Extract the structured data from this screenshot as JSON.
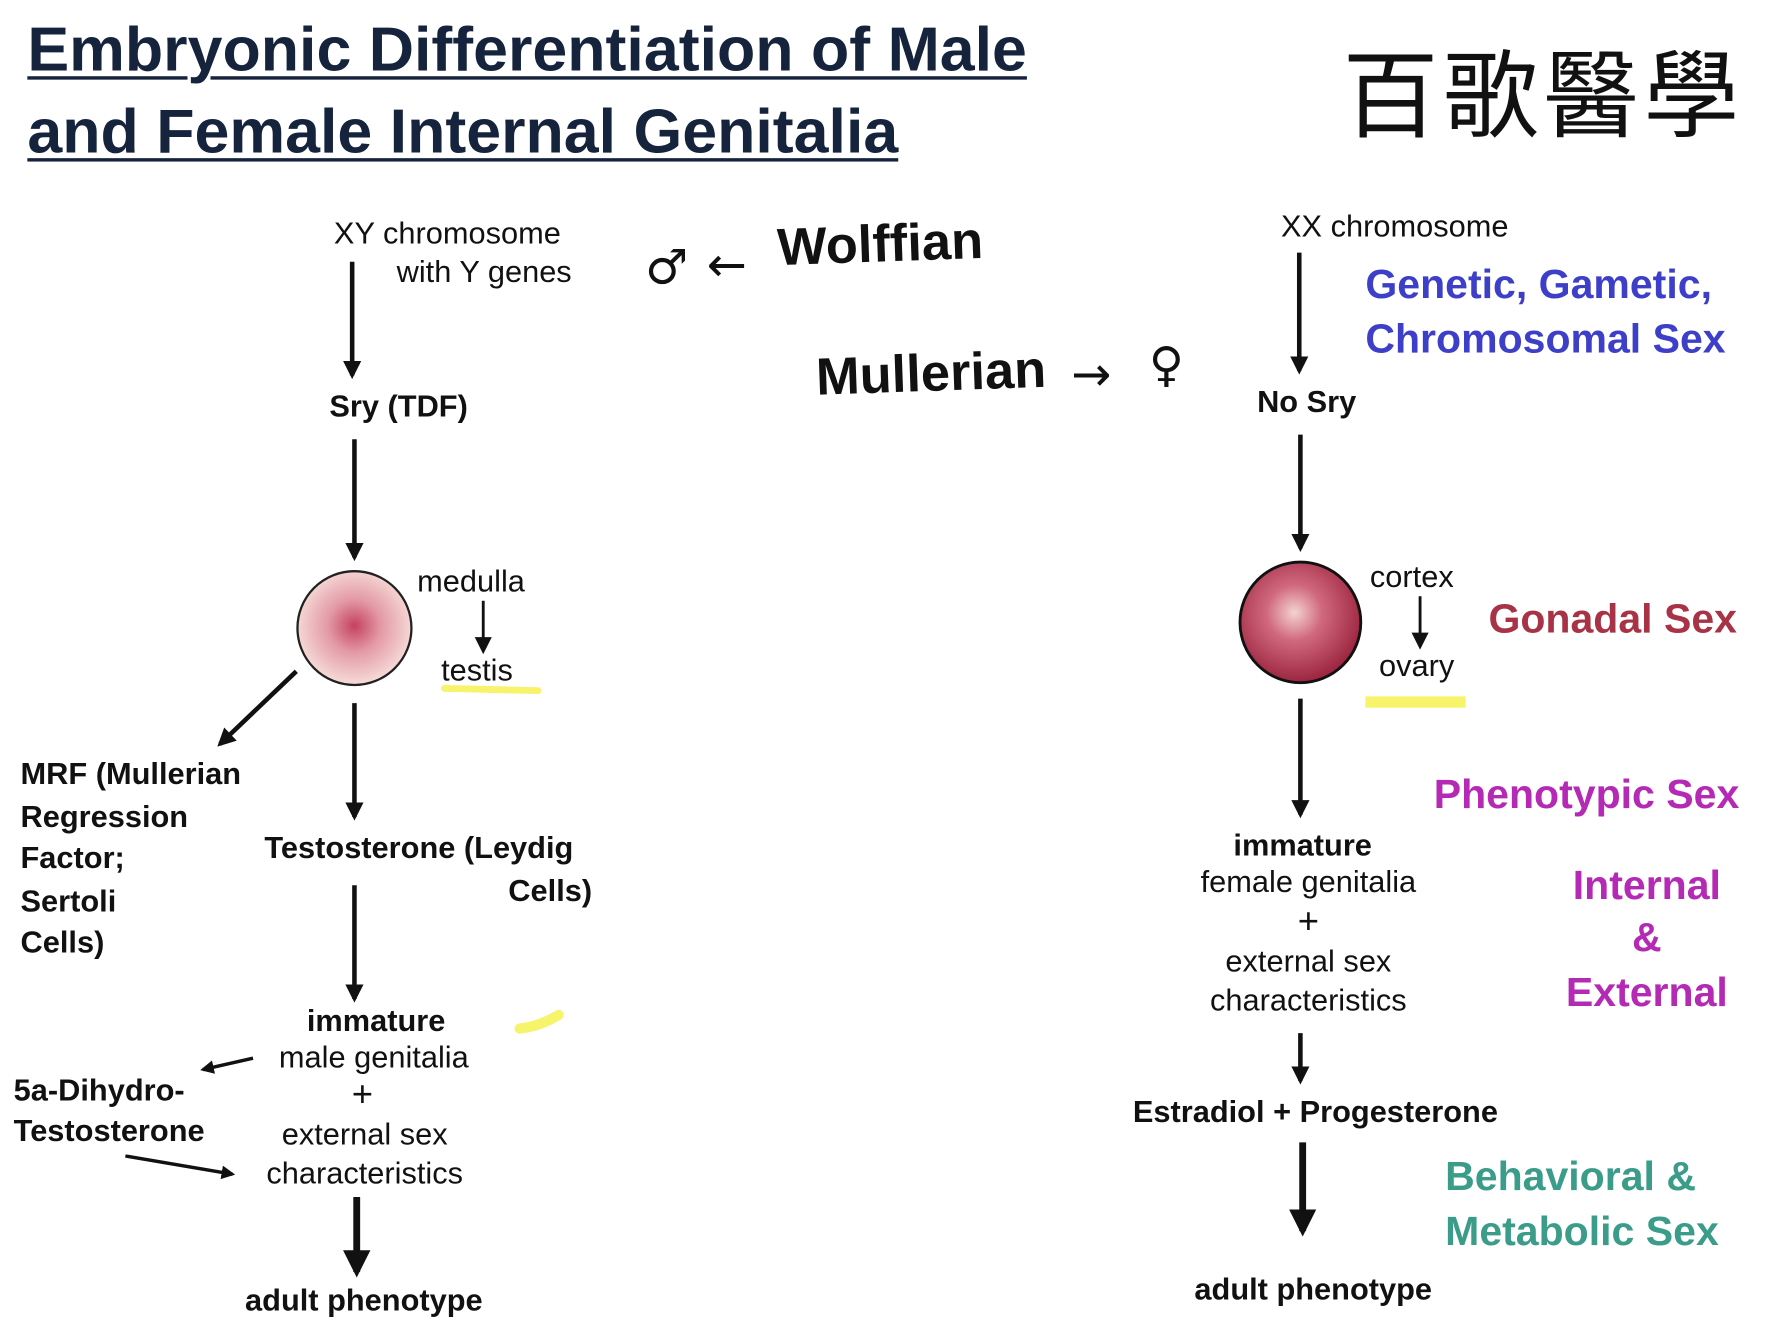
{
  "title": {
    "line1": "Embryonic Differentiation of Male",
    "line2": "and Female Internal Genitalia"
  },
  "logo": "百歌醫學",
  "male": {
    "chromosome_line1": "XY  chromosome",
    "chromosome_line2": "with Y genes",
    "symbol": "♂",
    "arrow_left": "←",
    "duct": "Wolffian",
    "sry": "Sry (TDF)",
    "gonad_region": "medulla",
    "gonad": "testis",
    "mrf_line1": "MRF (Mullerian",
    "mrf_line2": "Regression",
    "mrf_line3": "Factor;",
    "mrf_line4": "Sertoli",
    "mrf_line5": "Cells)",
    "hormone_line1": "Testosterone (Leydig",
    "hormone_line2": "Cells)",
    "genitalia_title": "immature",
    "genitalia_line1": "male genitalia",
    "plus": "+",
    "external_line1": "external sex",
    "external_line2": "characteristics",
    "dht_line1": "5a-Dihydro-",
    "dht_line2": "Testosterone",
    "adult": "adult phenotype"
  },
  "female": {
    "chromosome": "XX chromosome",
    "duct": "Mullerian",
    "arrow_right": "→",
    "symbol": "♀",
    "sry": "No Sry",
    "gonad_region": "cortex",
    "gonad": "ovary",
    "genitalia_title": "immature",
    "genitalia_line1": "female genitalia",
    "plus": "+",
    "external_line1": "external sex",
    "external_line2": "characteristics",
    "hormones": "Estradiol + Progesterone",
    "adult": "adult phenotype"
  },
  "labels": {
    "genetic_line1": "Genetic, Gametic,",
    "genetic_line2": "Chromosomal Sex",
    "gonadal": "Gonadal Sex",
    "phenotypic": "Phenotypic Sex",
    "internal_line1": "Internal",
    "internal_line2": "&",
    "internal_line3": "External",
    "behavioral_line1": "Behavioral &",
    "behavioral_line2": "Metabolic Sex"
  },
  "colors": {
    "title": "#16233d",
    "genetic": "#3e3fc8",
    "gonadal": "#a83346",
    "phenotypic": "#b52ab5",
    "behavioral": "#3b9c8a",
    "highlight": "#f7f36a"
  }
}
